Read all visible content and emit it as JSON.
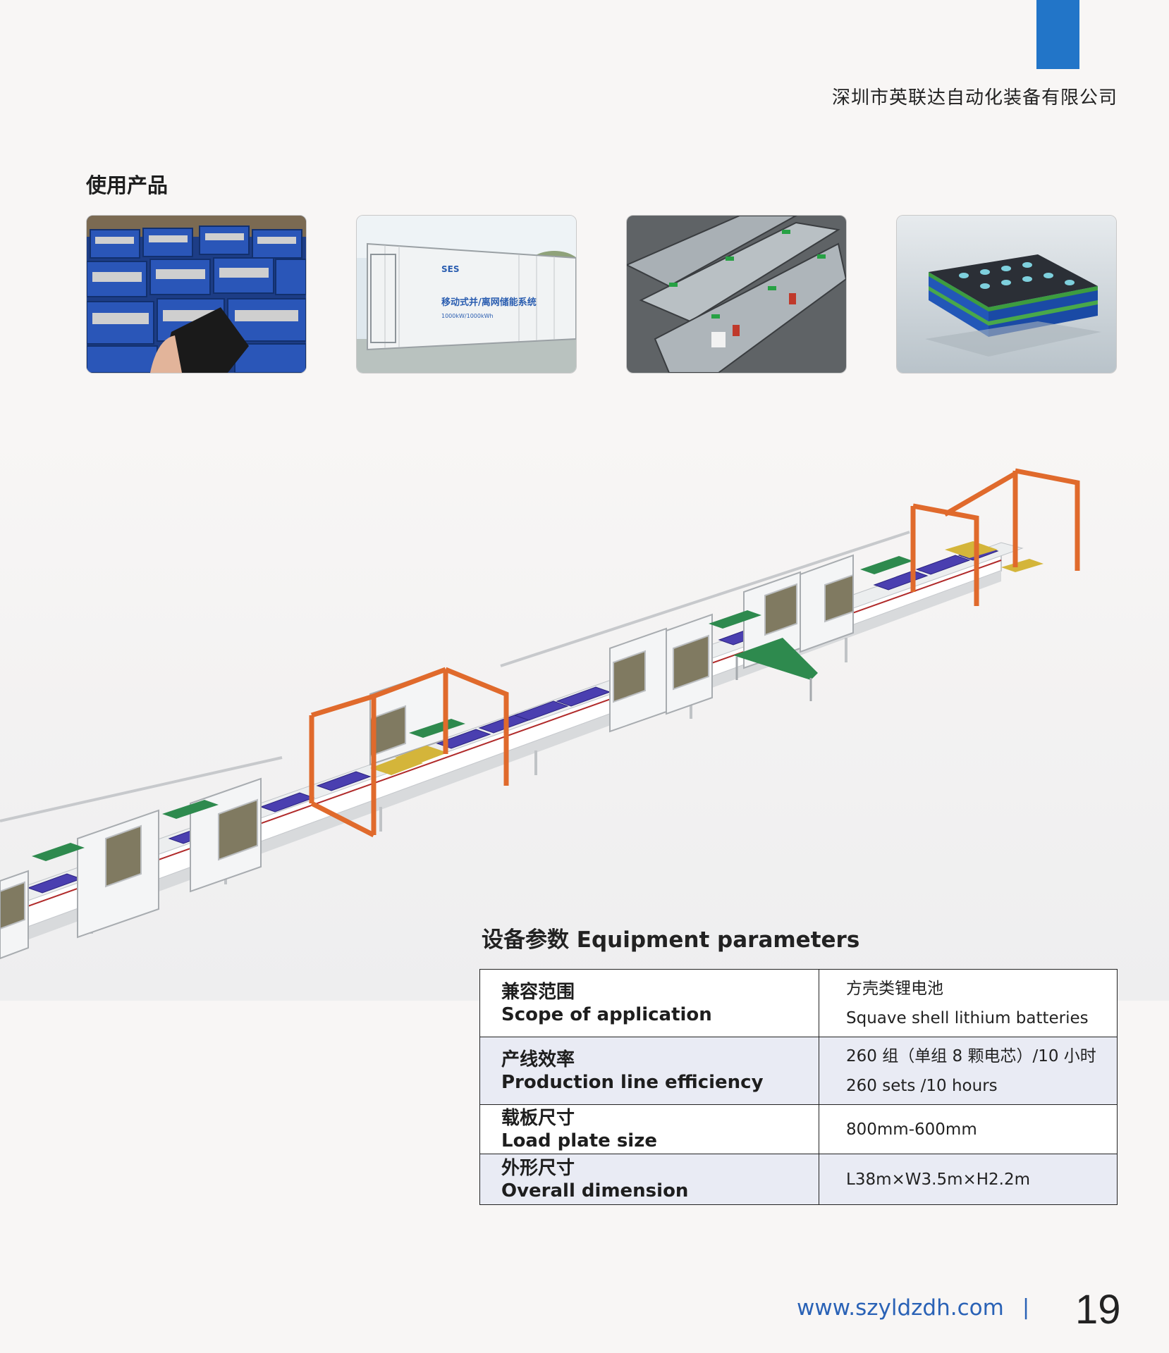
{
  "header": {
    "company": "深圳市英联达自动化装备有限公司"
  },
  "products": {
    "title": "使用产品",
    "images": [
      {
        "name": "battery-cells-in-crates-photo"
      },
      {
        "name": "energy-storage-container-photo",
        "sign_line1": "移动式并/离网储能系统",
        "sign_line2": "1000kW/1000kWh",
        "brand": "SES"
      },
      {
        "name": "battery-pack-photo"
      },
      {
        "name": "battery-module-render"
      }
    ]
  },
  "equipment": {
    "title": "设备参数 Equipment parameters",
    "rows": [
      {
        "label_cn": "兼容范围",
        "label_en": "Scope of application",
        "value_1": "方壳类锂电池",
        "value_2": "Squave shell lithium batteries"
      },
      {
        "label_cn": "产线效率",
        "label_en": "Production line efficiency",
        "value_1": "260 组（单组 8 颗电芯）/10 小时",
        "value_2": "260 sets /10 hours"
      },
      {
        "label_cn": "载板尺寸",
        "label_en": "Load plate size",
        "value_1": "800mm-600mm",
        "value_2": ""
      },
      {
        "label_cn": "外形尺寸",
        "label_en": "Overall dimension",
        "value_1": "L38m×W3.5m×H2.2m",
        "value_2": ""
      }
    ]
  },
  "footer": {
    "url": "www.szyldzdh.com",
    "separator": "|",
    "page": "19"
  },
  "colors": {
    "accent_blue": "#2275c8",
    "frame_orange": "#e06a2c",
    "conveyor_green": "#2e8a4e",
    "battery_purple": "#4a3fb0"
  }
}
